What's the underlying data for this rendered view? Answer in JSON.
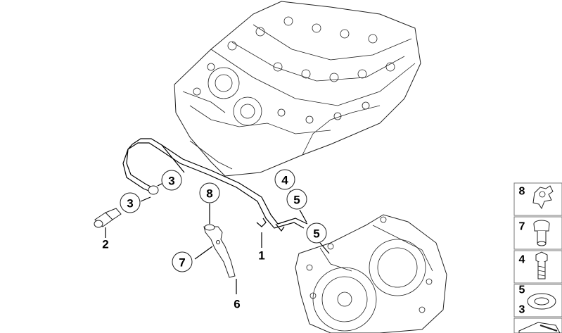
{
  "callouts": [
    {
      "id": "c3a",
      "label": "3"
    },
    {
      "id": "c3b",
      "label": "3"
    },
    {
      "id": "c8",
      "label": "8"
    },
    {
      "id": "c7",
      "label": "7"
    },
    {
      "id": "c4",
      "label": "4"
    },
    {
      "id": "c5a",
      "label": "5"
    },
    {
      "id": "c5b",
      "label": "5"
    }
  ],
  "labels": {
    "part_2": "2",
    "part_1": "1",
    "part_6": "6"
  },
  "legend": [
    {
      "label": "8"
    },
    {
      "label": "7"
    },
    {
      "label": "4"
    },
    {
      "label": "5"
    },
    {
      "label": "3"
    }
  ]
}
